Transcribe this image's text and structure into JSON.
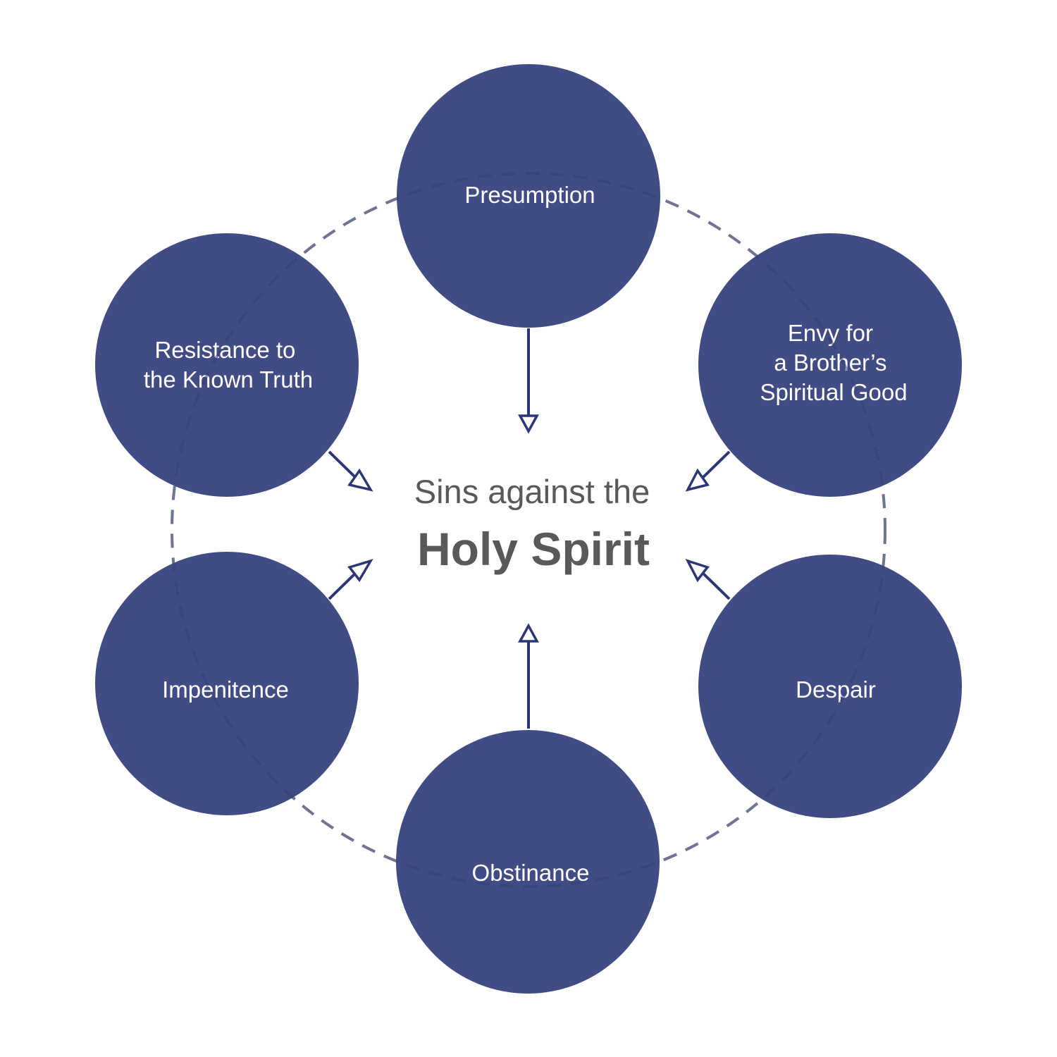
{
  "center": {
    "line1": "Sins against the",
    "line2": "Holy Spirit"
  },
  "nodes": [
    {
      "id": "presumption",
      "lines": [
        "Presumption"
      ]
    },
    {
      "id": "envy",
      "lines": [
        "Envy for",
        "a Brother’s",
        "Spiritual Good"
      ]
    },
    {
      "id": "despair",
      "lines": [
        "Despair"
      ]
    },
    {
      "id": "obstinance",
      "lines": [
        "Obstinance"
      ]
    },
    {
      "id": "impenitence",
      "lines": [
        "Impenitence"
      ]
    },
    {
      "id": "resistance",
      "lines": [
        "Resistance to",
        "the Known Truth"
      ]
    }
  ],
  "colors": {
    "node_fill": "#3e4a82",
    "arrow": "#2c3674",
    "ring": "#b3b3b3",
    "center_text": "#58595b",
    "node_text": "#ffffff"
  }
}
